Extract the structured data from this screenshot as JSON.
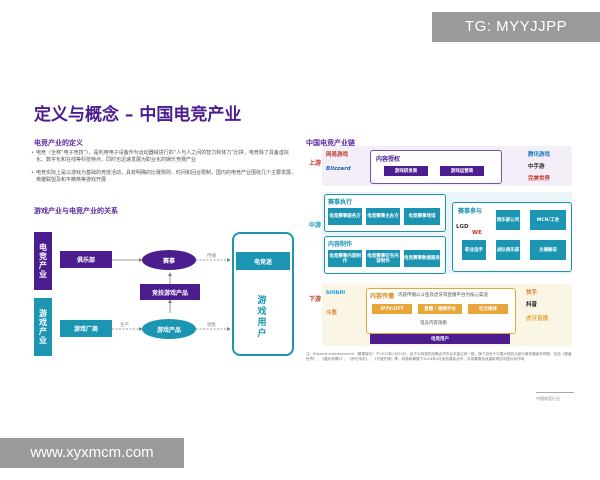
{
  "watermark": {
    "top": "TG: MYYJJPP",
    "bottom": "www.xyxmcm.com"
  },
  "title": "定义与概念 – 中国电竞产业",
  "definition": {
    "heading": "电竞产业的定义",
    "bullets": [
      "电竞（全称“电子竞技”），是利用电子设备作为运动器械进行的“人与人之间的智力和体力”比拼，电竞除了具备虚拟化、数字化和在线等科技特点，同时也迅速发展为职业化的娱乐竞赛产业",
      "电竞实际上是以游戏为基础的竞技活动，具有明确的比赛规则、时间和回合限制，国内的电竞产业围绕几个主要发展，英雄联盟及和平精英等游戏开展"
    ]
  },
  "relation": {
    "heading": "游戏产业与电竞产业的关系",
    "esports_industry": "电竞产业",
    "game_industry": "游戏产业",
    "club": "俱乐部",
    "event": "赛事",
    "competitive_product": "竞技游戏产品",
    "game_maker": "游戏厂商",
    "game_product": "游戏产品",
    "fans": "电竞迷",
    "players": "游戏用户",
    "label_broadcast": "传播",
    "label_produce": "生产",
    "label_sell": "销售"
  },
  "chain": {
    "heading": "中国电竞产业链",
    "upstream": "上游",
    "midstream": "中游",
    "downstream": "下游",
    "content_license": "内容授权",
    "license_cells": [
      "游戏研发商",
      "游戏运营商"
    ],
    "event_execution": "赛事执行",
    "execution_cells": [
      "电竞赛事服务方",
      "电竞赛事主办方",
      "电竞赛事场馆"
    ],
    "content_production": "内容制作",
    "production_cells": [
      "电竞赛事内容制作",
      "电竞赛事衍生内容制作",
      "电竞赛事数据服务"
    ],
    "participation": "赛事参与",
    "participation_cells": [
      "俱乐部公司",
      "MCN/工会",
      "职业选手",
      "战队俱乐部",
      "主播解说"
    ],
    "broadcast": "内容传播",
    "broadcast_text": "内容传播以斗鱼及虎牙等直播平台为核心渠道",
    "broadcast_cells": [
      "IPTV/OTT",
      "直播 / 视频平台",
      "社交媒体"
    ],
    "broadcast_sub": "电竞内容观看",
    "users": "电竞用户",
    "logos_up_left": [
      "网易游戏",
      "Blizzard"
    ],
    "logos_up_right": [
      "腾讯游戏",
      "中手游",
      "完美世界"
    ],
    "logos_mid": [
      "LGD",
      "WE"
    ],
    "logos_down_left": [
      "bilibili",
      "斗鱼"
    ],
    "logos_down_right": [
      "快手",
      "抖音",
      "虎牙直播"
    ],
    "footnote": "注：Blizzard entertainment（暴雪娱乐）于2023年1月23日，由于与网易的战略合作协议未能达成一致，旗下游戏于中国大陆的大部分服务器宣布停服，包括《魔兽世界》、《星际争霸II》、《炉石传说》、《守望先锋》等。网易和暴雪于2024年4月宣布重新合作，并将暴雪游戏重新带回中国大陆市场",
    "page": "中国电竞行业"
  }
}
